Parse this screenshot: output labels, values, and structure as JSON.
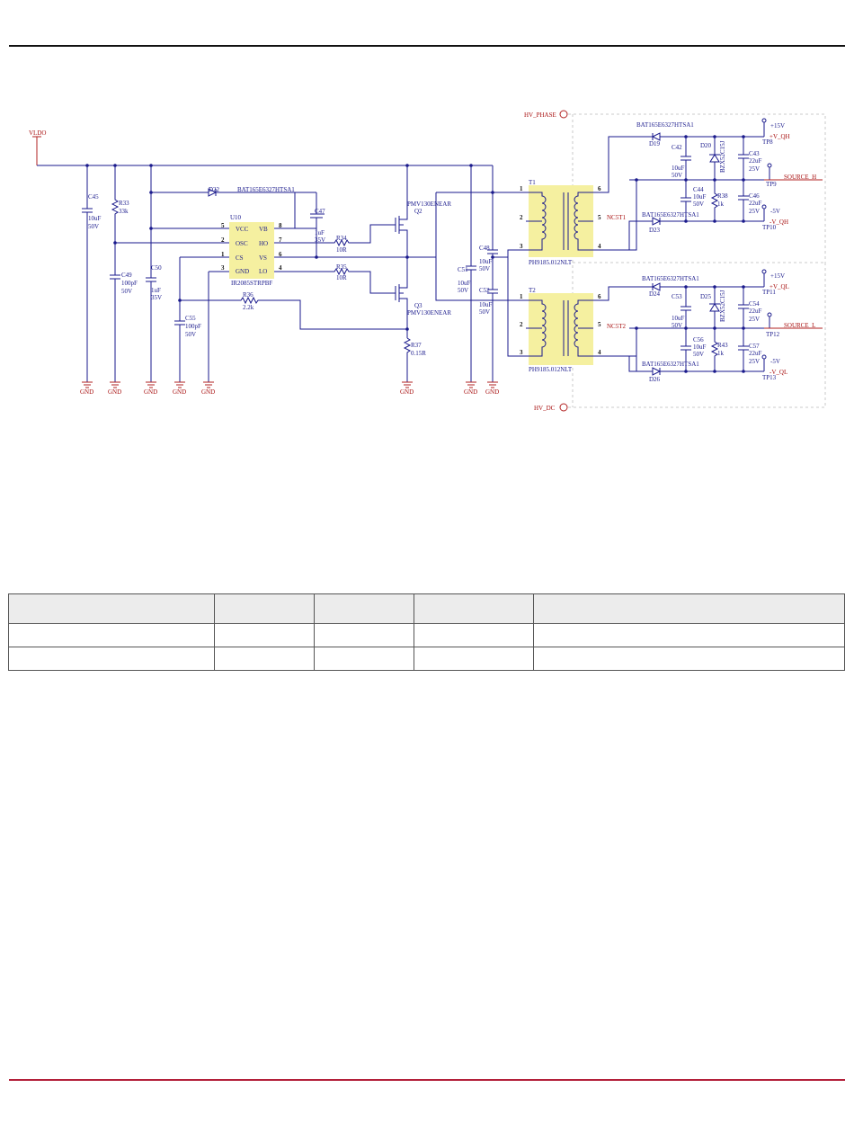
{
  "schematic": {
    "net_vldo": "VLDO",
    "gnd": "GND",
    "ic": {
      "ref": "U10",
      "part": "IR2085STRPBF",
      "pins_left": [
        {
          "num": "5",
          "name": "VCC"
        },
        {
          "num": "2",
          "name": "OSC"
        },
        {
          "num": "1",
          "name": "CS"
        },
        {
          "num": "3",
          "name": "GND"
        }
      ],
      "pins_right": [
        {
          "num": "8",
          "name": "VB"
        },
        {
          "num": "7",
          "name": "HO"
        },
        {
          "num": "6",
          "name": "VS"
        },
        {
          "num": "4",
          "name": "LO"
        }
      ]
    },
    "c45": {
      "ref": "C45",
      "v1": "10uF",
      "v2": "50V"
    },
    "r33": {
      "ref": "R33",
      "v1": "33k"
    },
    "c49": {
      "ref": "C49",
      "v1": "100pF",
      "v2": "50V"
    },
    "c50": {
      "ref": "C50",
      "v1": "1uF",
      "v2": "35V"
    },
    "c55": {
      "ref": "C55",
      "v1": "100pF",
      "v2": "50V"
    },
    "r36": {
      "ref": "R36",
      "v1": "2.2k"
    },
    "d22": {
      "ref": "D22",
      "part": "BAT165E6327HTSA1"
    },
    "c47": {
      "ref": "C47",
      "v1": "1uF",
      "v2": "35V"
    },
    "r34": {
      "ref": "R34",
      "v1": "10R"
    },
    "r35": {
      "ref": "R35",
      "v1": "10R"
    },
    "q2": {
      "ref": "Q2",
      "part": "PMV130ENEAR"
    },
    "q3": {
      "ref": "Q3",
      "part": "PMV130ENEAR"
    },
    "r37": {
      "ref": "R37",
      "v1": "0.15R"
    },
    "c48": {
      "ref": "C48",
      "v1": "10uF",
      "v2": "50V"
    },
    "c51": {
      "ref": "C51",
      "v1": "10uF",
      "v2": "50V"
    },
    "c52": {
      "ref": "C52",
      "v1": "10uF",
      "v2": "50V"
    },
    "t1": {
      "ref": "T1",
      "part": "PH9185.012NLT",
      "nc": "NC5T1"
    },
    "t2": {
      "ref": "T2",
      "part": "PH9185.012NLT",
      "nc": "NC5T2"
    },
    "pins_tx": [
      "1",
      "2",
      "3",
      "6",
      "5",
      "4"
    ],
    "hv_phase": "HV_PHASE",
    "hv_dc": "HV_DC",
    "upper": {
      "d19": "D19",
      "d19_part": "BAT165E6327HTSA1",
      "d23": "D23",
      "d23_part": "BAT165E6327HTSA1",
      "c42": "C42",
      "c42_v1": "10uF",
      "c42_v2": "50V",
      "c44": "C44",
      "c44_v1": "10uF",
      "c44_v2": "50V",
      "d20": "D20",
      "zener": "BZX52C15J",
      "r38": "R38",
      "r38_v": "1k",
      "c43": "C43",
      "c43_v1": "22uF",
      "c43_v2": "25V",
      "c46": "C46",
      "c46_v1": "22uF",
      "c46_v2": "25V",
      "p15": "+15V",
      "m5": "-5V",
      "vq_pos": "+V_QH",
      "vq_neg": "-V_QH",
      "tp_a": "TP8",
      "tp_b": "TP9",
      "tp_c": "TP10",
      "source": "SOURCE_H"
    },
    "lower": {
      "d24": "D24",
      "d24_part": "BAT165E6327HTSA1",
      "d26": "D26",
      "d26_part": "BAT165E6327HTSA1",
      "c53": "C53",
      "c53_v1": "10uF",
      "c53_v2": "50V",
      "c56": "C56",
      "c56_v1": "10uF",
      "c56_v2": "50V",
      "d25": "D25",
      "zener": "BZX52C15J",
      "r43": "R43",
      "r43_v": "1k",
      "c54": "C54",
      "c54_v1": "22uF",
      "c54_v2": "25V",
      "c57": "C57",
      "c57_v1": "22uF",
      "c57_v2": "25V",
      "p15": "+15V",
      "m5": "-5V",
      "vq_pos": "+V_QL",
      "vq_neg": "-V_QL",
      "tp_a": "TP11",
      "tp_b": "TP12",
      "tp_c": "TP13",
      "source": "SOURCE_L"
    }
  },
  "table": {
    "columns": [
      "",
      "",
      "",
      "",
      ""
    ],
    "rows": [
      [
        "",
        "",
        "",
        "",
        ""
      ],
      [
        "",
        "",
        "",
        "",
        ""
      ]
    ]
  },
  "colors": {
    "wire": "#1a1a8c",
    "net_label": "#a81010",
    "chip_fill": "#f5f0a0",
    "footer_rule": "#b3203a"
  }
}
